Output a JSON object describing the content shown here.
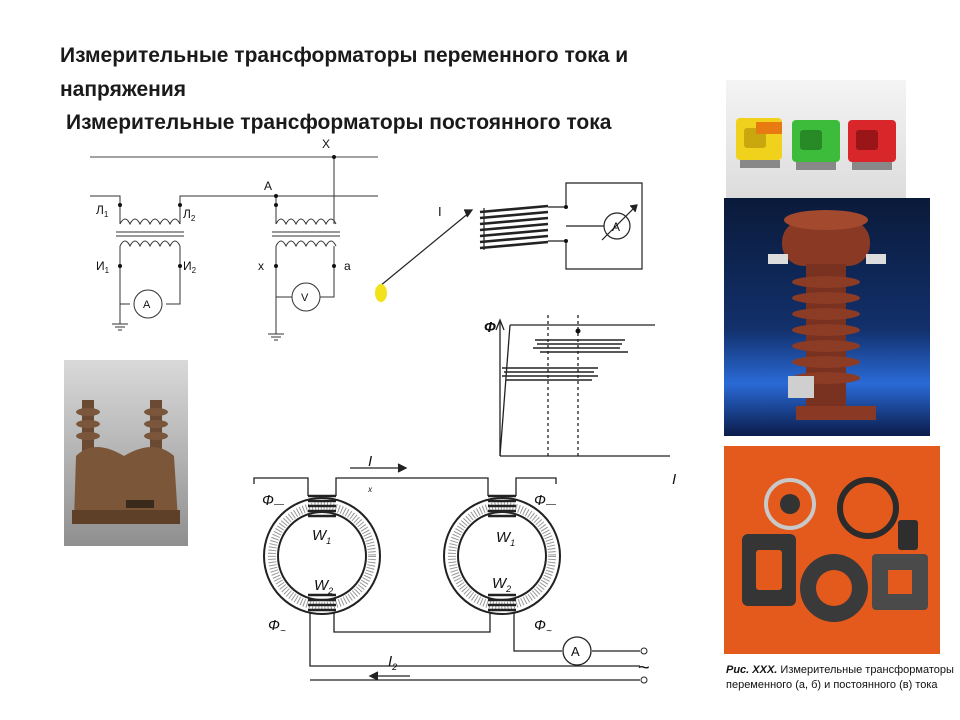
{
  "titles": {
    "line1": "Измерительные трансформаторы переменного тока и",
    "line2": "напряжения",
    "line3": "Измерительные трансформаторы постоянного тока"
  },
  "diagram_ct": {
    "L1": "Л",
    "L1_sub": "1",
    "L2": "Л",
    "L2_sub": "2",
    "I1": "И",
    "I1_sub": "1",
    "I2": "И",
    "I2_sub": "2",
    "meter": "A"
  },
  "diagram_vt": {
    "X": "X",
    "A": "A",
    "x": "x",
    "a": "a",
    "meter": "V"
  },
  "diagram_dc": {
    "current": "I",
    "meter": "A"
  },
  "hysteresis": {
    "ylabel": "Ф",
    "xlabel": "I"
  },
  "magamp": {
    "Ix": "I",
    "Ix_sub": "x",
    "phi_left_top": "Ф",
    "phi_left_top_sub": "—",
    "phi_right_top": "Ф",
    "phi_right_top_sub": "—",
    "phi_left_bot": "Ф",
    "phi_left_bot_sub": "~",
    "phi_right_bot": "Ф",
    "phi_right_bot_sub": "~",
    "W1_left": "W",
    "W1_left_sub": "1",
    "W1_right": "W",
    "W1_right_sub": "1",
    "W2_left": "W",
    "W2_left_sub": "2",
    "W2_right": "W",
    "W2_right_sub": "2",
    "I2": "I",
    "I2_sub": "2",
    "meter": "A",
    "ac_symbol": "~"
  },
  "caption": {
    "bold": "Рис. XXX.",
    "text": " Измерительные трансформаторы переменного (а, б) и постоянного (в) тока"
  },
  "colors": {
    "accent_yellow": "#f2e21a",
    "porcelain_brown": "#8a3a24",
    "photo_orange": "#e35a1c",
    "photo_blue": "#0b1c4a"
  }
}
